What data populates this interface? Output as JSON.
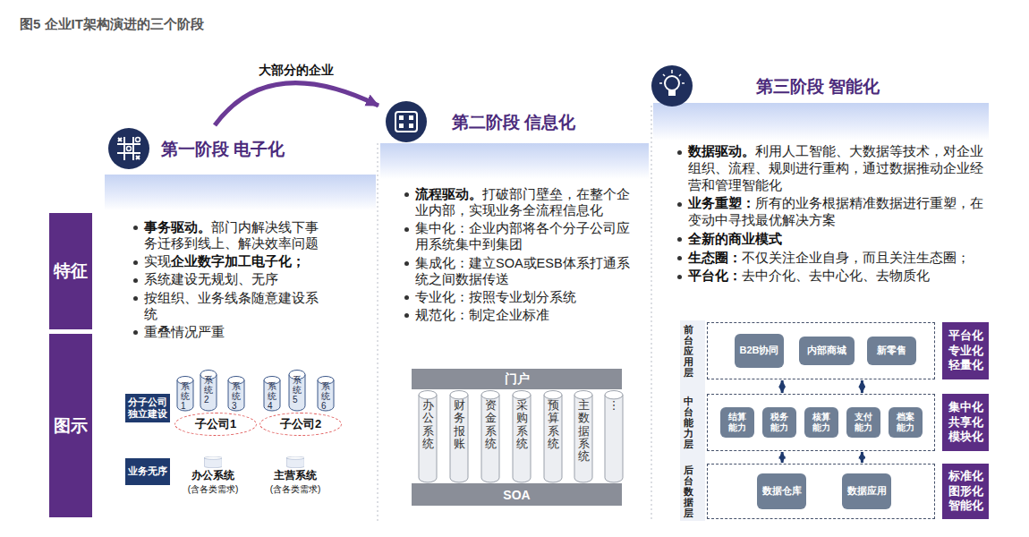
{
  "diagram": {
    "title": "图5 企业IT架构演进的三个阶段",
    "nodes": [
      {
        "text": [
          "特征"
        ]
      },
      {
        "text": [
          "图示"
        ]
      },
      {
        "text": [
          "第一阶段 电子化",
          "事务驱动。",
          "部门内解决线下事务迁移到线上、解决效率问题",
          "实现",
          "企业数字加工电子化；",
          "系统建设无规划、无序",
          "按组织、业务线条随意建设系统",
          "重叠情况严重"
        ]
      },
      {
        "text": [
          "分子公司独立建设"
        ],
        "in": 2
      },
      {
        "text": [
          "系统1"
        ],
        "in": 2
      },
      {
        "text": [
          "系统2"
        ],
        "in": 2
      },
      {
        "text": [
          "系统3"
        ],
        "in": 2
      },
      {
        "text": [
          "子公司1"
        ],
        "in": 2
      },
      {
        "text": [
          "系统4"
        ],
        "in": 2
      },
      {
        "text": [
          "系统5"
        ],
        "in": 2
      },
      {
        "text": [
          "系统6"
        ],
        "in": 2
      },
      {
        "text": [
          "子公司2"
        ],
        "in": 2
      },
      {
        "text": [
          "业务无序"
        ],
        "in": 2
      },
      {
        "text": [
          "办公系统",
          "(含各类需求)"
        ],
        "in": 2
      },
      {
        "text": [
          "主营系统",
          "(含各类需求)"
        ],
        "in": 2
      },
      {
        "text": [
          "第二阶段 信息化",
          "流程驱动。",
          "打破部门壁垒，在整个企业内部，实现业务全流程信息化",
          "集中化：企业内部将各个分子公司应用系统集中到集团",
          "集成化：建立SOA或ESB体系打通系统之间数据传送",
          "专业化：按照专业划分系统",
          "规范化：制定企业标准"
        ]
      },
      {
        "text": [
          "门户"
        ],
        "in": 15
      },
      {
        "text": [
          "办公系统"
        ],
        "in": 15
      },
      {
        "text": [
          "财务报账"
        ],
        "in": 15
      },
      {
        "text": [
          "资金系统"
        ],
        "in": 15
      },
      {
        "text": [
          "采购系统"
        ],
        "in": 15
      },
      {
        "text": [
          "预算系统"
        ],
        "in": 15
      },
      {
        "text": [
          "主数据系统"
        ],
        "in": 15
      },
      {
        "text": [
          "⋮"
        ],
        "in": 15
      },
      {
        "text": [
          "SOA"
        ],
        "in": 15
      },
      {
        "text": [
          "第三阶段 智能化",
          "数据驱动。",
          "利用人工智能、大数据等技术，对企业组织、流程、规则进行重构，通过数据推动企业经营和管理智能化",
          "业务重塑：",
          "所有的业务根据精准数据进行重塑，在变动中寻找最优解决方案",
          "全新的商业模式",
          "生态圈：",
          "不仅关注企业自身，而且关注生态圈；",
          "平台化：",
          "去中介化、去中心化、去物质化"
        ]
      },
      {
        "text": [
          "前台应用层"
        ],
        "in": 25
      },
      {
        "text": [
          "B2B协同"
        ],
        "in": 26
      },
      {
        "text": [
          "内部商城"
        ],
        "in": 26
      },
      {
        "text": [
          "新零售"
        ],
        "in": 26
      },
      {
        "text": [
          "中台能力层"
        ],
        "in": 25
      },
      {
        "text": [
          "结算能力"
        ],
        "in": 30
      },
      {
        "text": [
          "税务能力"
        ],
        "in": 30
      },
      {
        "text": [
          "核算能力"
        ],
        "in": 30
      },
      {
        "text": [
          "支付能力"
        ],
        "in": 30
      },
      {
        "text": [
          "档案能力"
        ],
        "in": 30
      },
      {
        "text": [
          "后台数据层"
        ],
        "in": 25
      },
      {
        "text": [
          "数据仓库"
        ],
        "in": 36
      },
      {
        "text": [
          "数据应用"
        ],
        "in": 36
      },
      {
        "text": [
          "平台化 专业化 轻量化"
        ],
        "in": 25
      },
      {
        "text": [
          "集中化 共享化 模块化"
        ],
        "in": 25
      },
      {
        "text": [
          "标准化 图形化 智能化"
        ],
        "in": 25
      }
    ],
    "edges": [
      {
        "from": 2,
        "to": 15,
        "arrow": "to",
        "label": "大部分的企业"
      },
      {
        "from": 26,
        "to": 30,
        "arrow": "both"
      },
      {
        "from": 26,
        "to": 30,
        "arrow": "both"
      },
      {
        "from": 30,
        "to": 36,
        "arrow": "both"
      },
      {
        "from": 30,
        "to": 36,
        "arrow": "both"
      }
    ]
  }
}
